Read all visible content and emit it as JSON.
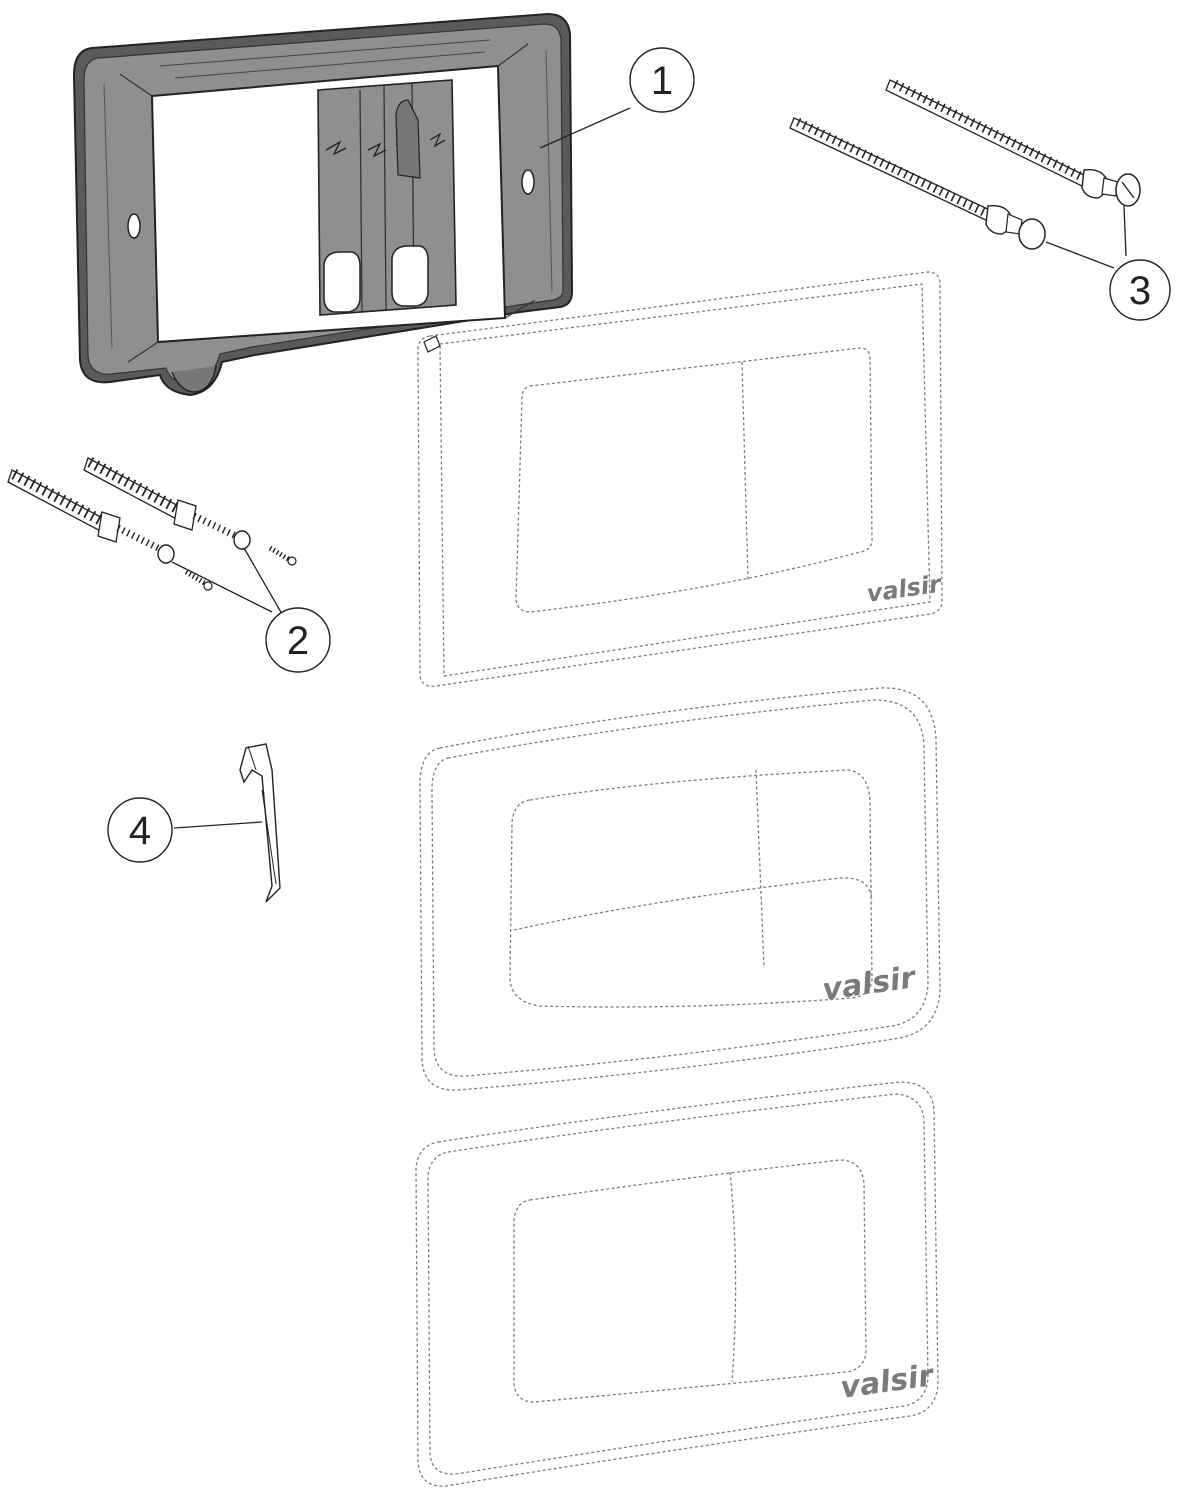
{
  "callouts": [
    {
      "id": "1",
      "label": "1"
    },
    {
      "id": "2",
      "label": "2"
    },
    {
      "id": "3",
      "label": "3"
    },
    {
      "id": "4",
      "label": "4"
    }
  ],
  "plates": [
    {
      "brand": "valsir"
    },
    {
      "brand": "valsir"
    },
    {
      "brand": "valsir"
    }
  ],
  "colors": {
    "frame": "#8f8f8f",
    "frame_dark": "#5a5a5a",
    "line": "#222222",
    "dashed": "#7d7d7d",
    "logo": "#7a7a7a"
  }
}
